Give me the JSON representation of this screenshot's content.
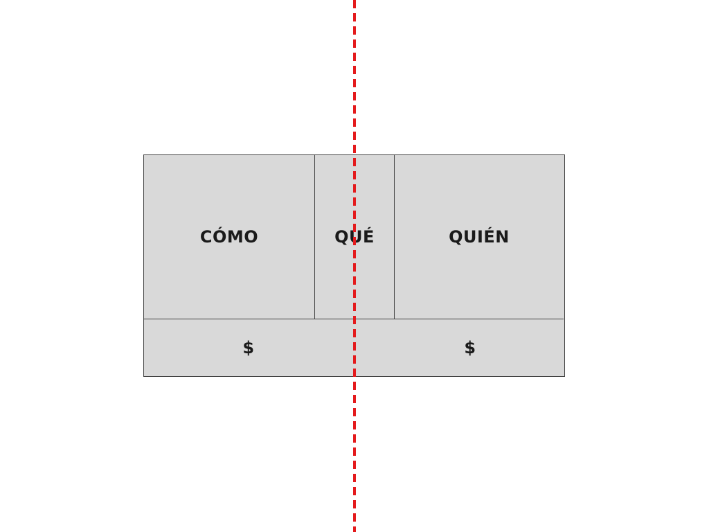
{
  "diagram": {
    "cells": {
      "como": "CÓMO",
      "que": "QUÉ",
      "quien": "QUIÉN"
    },
    "bottom": {
      "left_symbol": "$",
      "right_symbol": "$"
    },
    "colors": {
      "cell_fill": "#d9d9d9",
      "border": "#404040",
      "text": "#1a1a1a",
      "divider_line": "#e41a1c"
    }
  }
}
